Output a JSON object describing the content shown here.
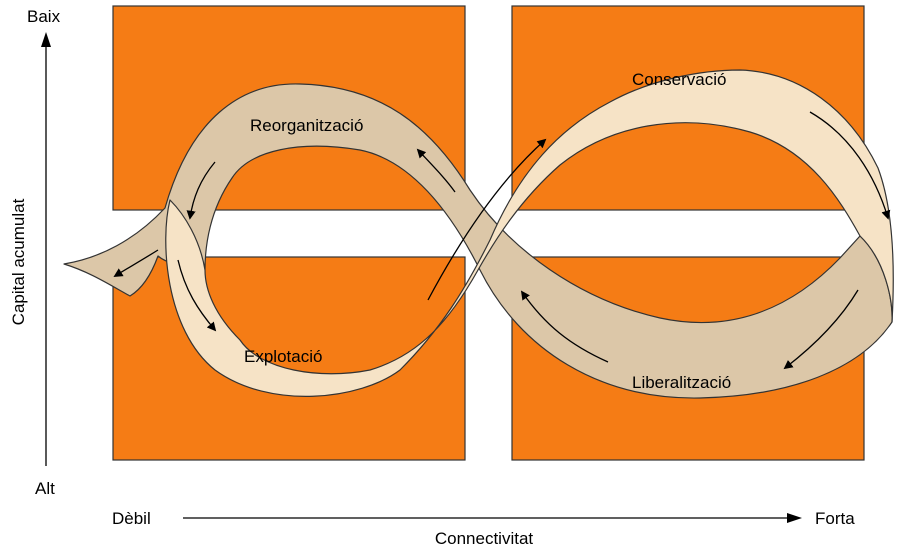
{
  "axes": {
    "y": {
      "label": "Capital acumulat",
      "top_label": "Baix",
      "bottom_label": "Alt"
    },
    "x": {
      "label": "Connectivitat",
      "left_label": "Dèbil",
      "right_label": "Forta"
    }
  },
  "phases": {
    "reorganization": "Reorganització",
    "conservation": "Conservació",
    "exploitation": "Explotació",
    "release": "Liberalització"
  },
  "colors": {
    "block": "#F57C15",
    "band_light": "#F6E3C6",
    "band_dark": "#DCC7A8",
    "outline": "#333333",
    "background": "#FFFFFF"
  }
}
